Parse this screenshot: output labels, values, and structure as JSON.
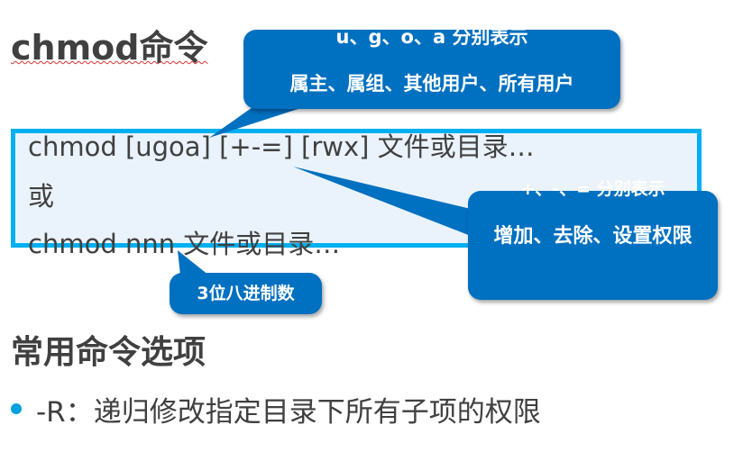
{
  "title": "chmod命令",
  "syntax": {
    "line1": "chmod  [ugoa] [+-=] [rwx] 文件或目录…",
    "line2": "或",
    "line3": "chmod nnn 文件或目录…"
  },
  "callouts": {
    "ugoa": {
      "heading": "u、g、o、a 分别表示",
      "body": "属主、属组、其他用户、所有用户"
    },
    "ops": {
      "heading": "+、-、= 分别表示",
      "body": "增加、去除、设置权限"
    },
    "octal": {
      "body": "3位八进制数"
    }
  },
  "section": {
    "title": "常用命令选项",
    "items": [
      {
        "text": "-R：递归修改指定目录下所有子项的权限"
      }
    ]
  },
  "colors": {
    "callout": "#0070c0",
    "box_border": "#00b0f0",
    "box_fill": "#eaf3fb",
    "bullet": "#00a0e0",
    "text": "#404040"
  }
}
